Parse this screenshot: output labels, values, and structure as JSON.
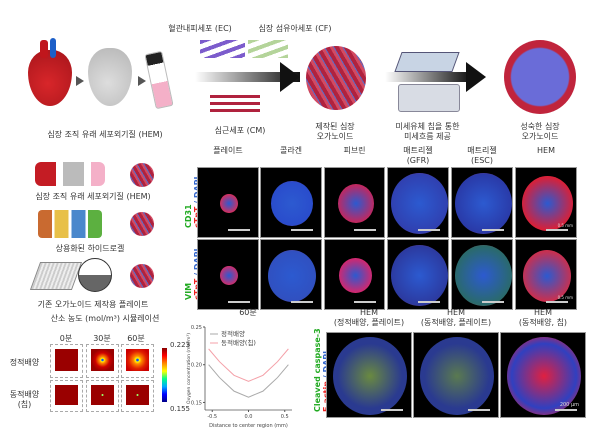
{
  "top": {
    "ec_label": "혈관내피세포 (EC)",
    "cf_label": "심장 섬유아세포 (CF)",
    "cm_label": "심근세포 (CM)",
    "hem_label": "심장 조직 유래 세포외기질 (HEM)",
    "organoid_label": [
      "제작된 심장",
      "오가노이드"
    ],
    "chip_label": [
      "미세유체 칩을 통한",
      "미세흐름 제공"
    ],
    "mature_label": [
      "성숙한 심장",
      "오가노이드"
    ]
  },
  "middle": {
    "left": {
      "hem_label": "심장 조직 유래 세포외기질 (HEM)",
      "hydrogel_label": "상용화된 하이드로겔",
      "plate_label": "기존 오가노이드 제작용 플레이트"
    },
    "columns": [
      "플레이트",
      "콜라겐",
      "피브린",
      "매트리젤\n(GFR)",
      "매트리젤\n(ESC)",
      "HEM"
    ],
    "row_labels": [
      {
        "green": "CD31",
        "rest_red": "cTnT",
        "rest_blue": " / DAPI"
      },
      {
        "green": "VIM",
        "rest_red": "cTnT",
        "rest_blue": " / DAPI"
      }
    ],
    "scale_bar": "0.5 mm"
  },
  "bottom": {
    "sim_title": "산소 농도 (mol/m³) 시뮬레이션",
    "time_labels": [
      "0분",
      "30분",
      "60분"
    ],
    "row_labels": [
      "정적배양",
      "동적배양\n(칩)"
    ],
    "colorbar_max": "0.223",
    "colorbar_min": "0.155",
    "stain_label": {
      "green": "Cleaved caspase-3",
      "red": "F-actin",
      "blue": " / DAPI"
    },
    "panels": [
      "HEM\n(정적배양, 플레이트)",
      "HEM\n(동적배양, 플레이트)",
      "HEM\n(동적배양, 칩)"
    ],
    "scale_bar": "200 μm"
  },
  "chart_data": {
    "type": "line",
    "title": "60분",
    "xlabel": "Distance to center region (mm)",
    "ylabel": "Oxygen concentration (mol/m³)",
    "xlim": [
      -0.6,
      0.6
    ],
    "ylim": [
      0.14,
      0.25
    ],
    "xticks": [
      "-0.5",
      "0.0",
      "0.5"
    ],
    "yticks": [
      "0.15",
      "0.20",
      "0.25"
    ],
    "legend": "top-left",
    "series": [
      {
        "name": "정적배양",
        "color": "#aaaaaa",
        "x": [
          -0.55,
          -0.4,
          -0.2,
          0,
          0.2,
          0.4,
          0.55
        ],
        "y": [
          0.2,
          0.183,
          0.165,
          0.157,
          0.165,
          0.183,
          0.2
        ]
      },
      {
        "name": "동적배양(칩)",
        "color": "#f4a0a8",
        "x": [
          -0.55,
          -0.4,
          -0.2,
          0,
          0.2,
          0.4,
          0.55
        ],
        "y": [
          0.221,
          0.204,
          0.186,
          0.178,
          0.186,
          0.204,
          0.221
        ]
      }
    ]
  }
}
